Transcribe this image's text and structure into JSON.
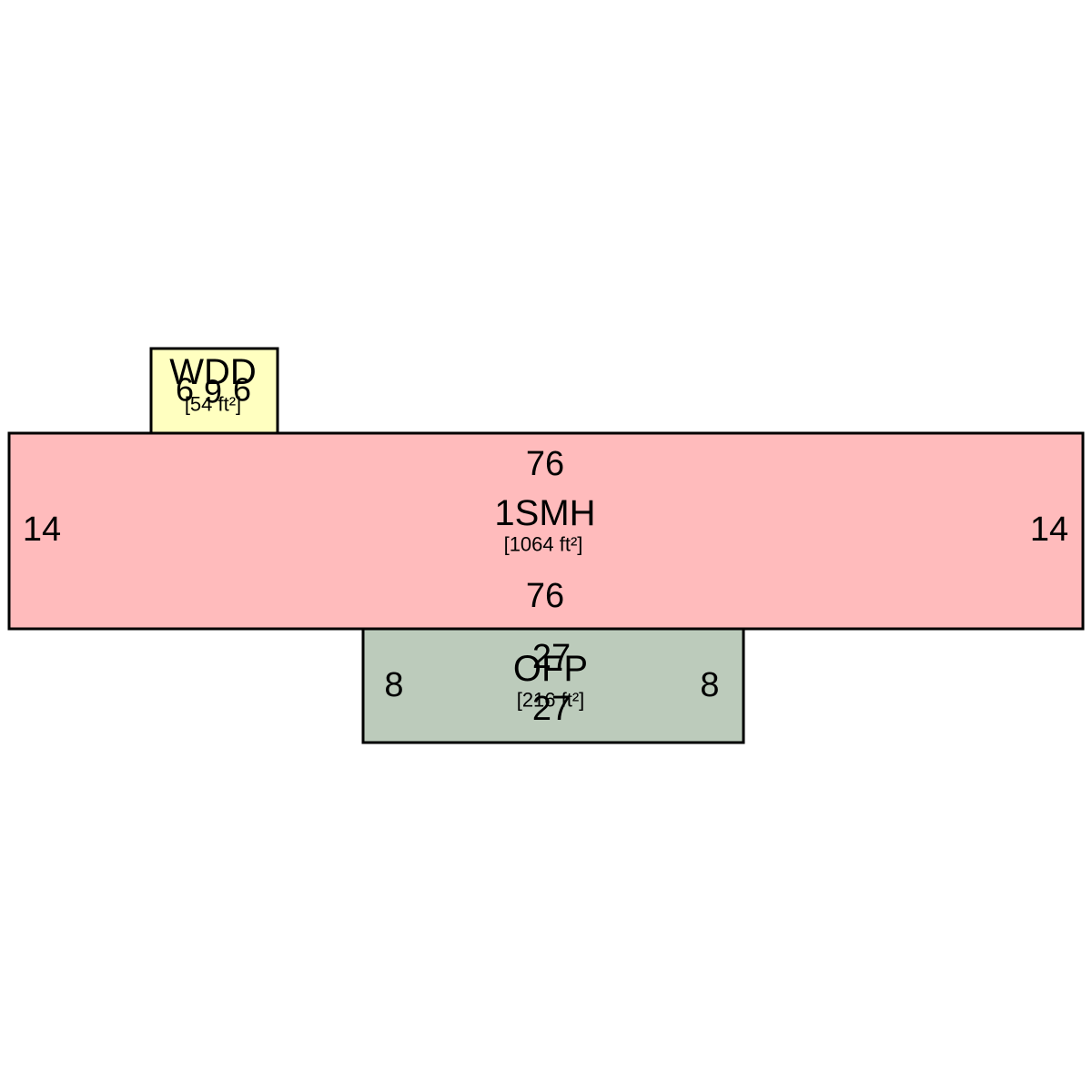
{
  "sections": {
    "main": {
      "name": "1SMH",
      "area": "[1064 ft²]",
      "fill": "#ffbbbc",
      "dims": {
        "top": "76",
        "bottom": "76",
        "left": "14",
        "right": "14"
      }
    },
    "deck": {
      "name": "WDD",
      "area": "[54 ft²]",
      "fill": "#ffffc0",
      "dims": {
        "a": "6",
        "b": "9",
        "c": "6"
      }
    },
    "porch": {
      "name": "OFP",
      "area": "[216 ft²]",
      "fill": "#bccbbb",
      "dims": {
        "top": "27",
        "bottom": "27",
        "left": "8",
        "right": "8"
      }
    }
  }
}
